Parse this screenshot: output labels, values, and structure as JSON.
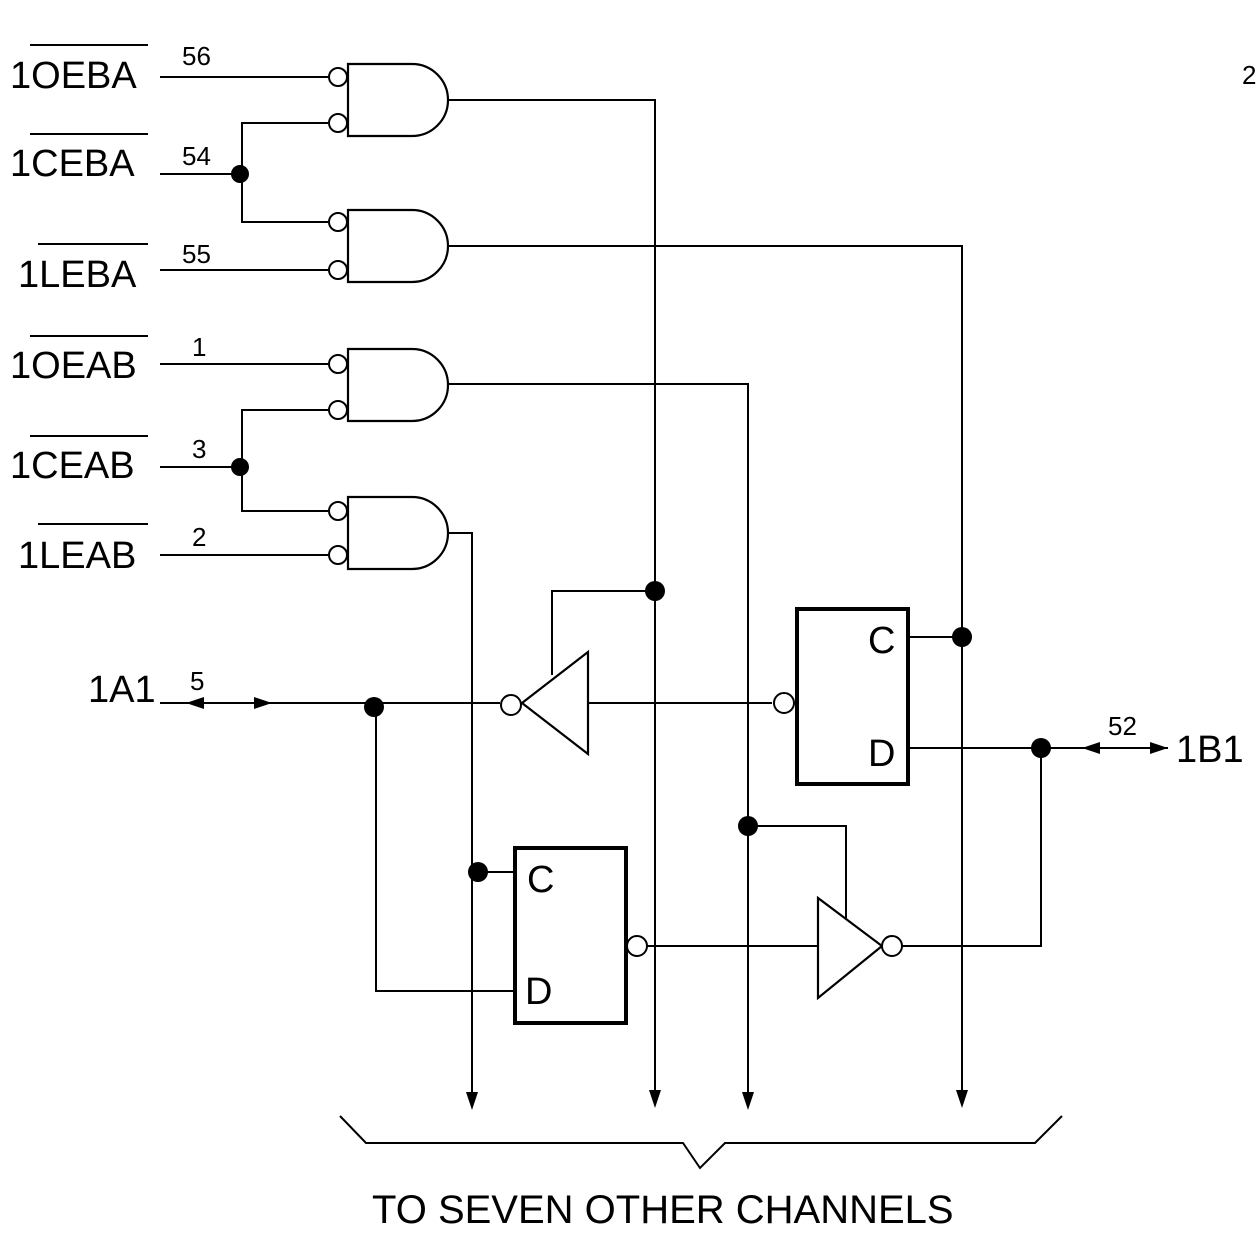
{
  "signals": {
    "oeba": {
      "prefix": "1",
      "name": "OEBA",
      "pin": "56"
    },
    "ceba": {
      "prefix": "1",
      "name": "CEBA",
      "pin": "54"
    },
    "leba": {
      "prefix": "1",
      "name": "LEBA",
      "pin": "55"
    },
    "oeab": {
      "prefix": "1",
      "name": "OEAB",
      "pin": "1"
    },
    "ceab": {
      "prefix": "1",
      "name": "CEAB",
      "pin": "3"
    },
    "leab": {
      "prefix": "1",
      "name": "LEAB",
      "pin": "2"
    },
    "a1": {
      "name": "1A1",
      "pin": "5"
    },
    "b1": {
      "name": "1B1",
      "pin": "52"
    }
  },
  "latches": {
    "upper": {
      "clock": "C",
      "data": "D"
    },
    "lower": {
      "clock": "C",
      "data": "D"
    }
  },
  "footer": "TO SEVEN OTHER CHANNELS",
  "edge_fragment": "2"
}
